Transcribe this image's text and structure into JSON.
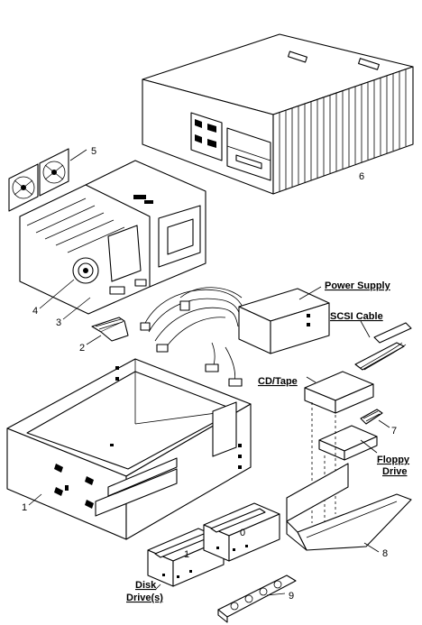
{
  "callouts": {
    "n1": "1",
    "n2": "2",
    "n3": "3",
    "n4": "4",
    "n5": "5",
    "n6": "6",
    "n7": "7",
    "n8": "8",
    "n9": "9"
  },
  "labels": {
    "power_supply": "Power Supply",
    "scsi_cable": "SCSI Cable",
    "cd_tape": "CD/Tape",
    "floppy_line1": "Floppy",
    "floppy_line2": "Drive",
    "disk_line1": "Disk",
    "disk_line2": "Drive(s)"
  },
  "bay_numbers": {
    "bay_1": "1",
    "bay_0": "0"
  }
}
